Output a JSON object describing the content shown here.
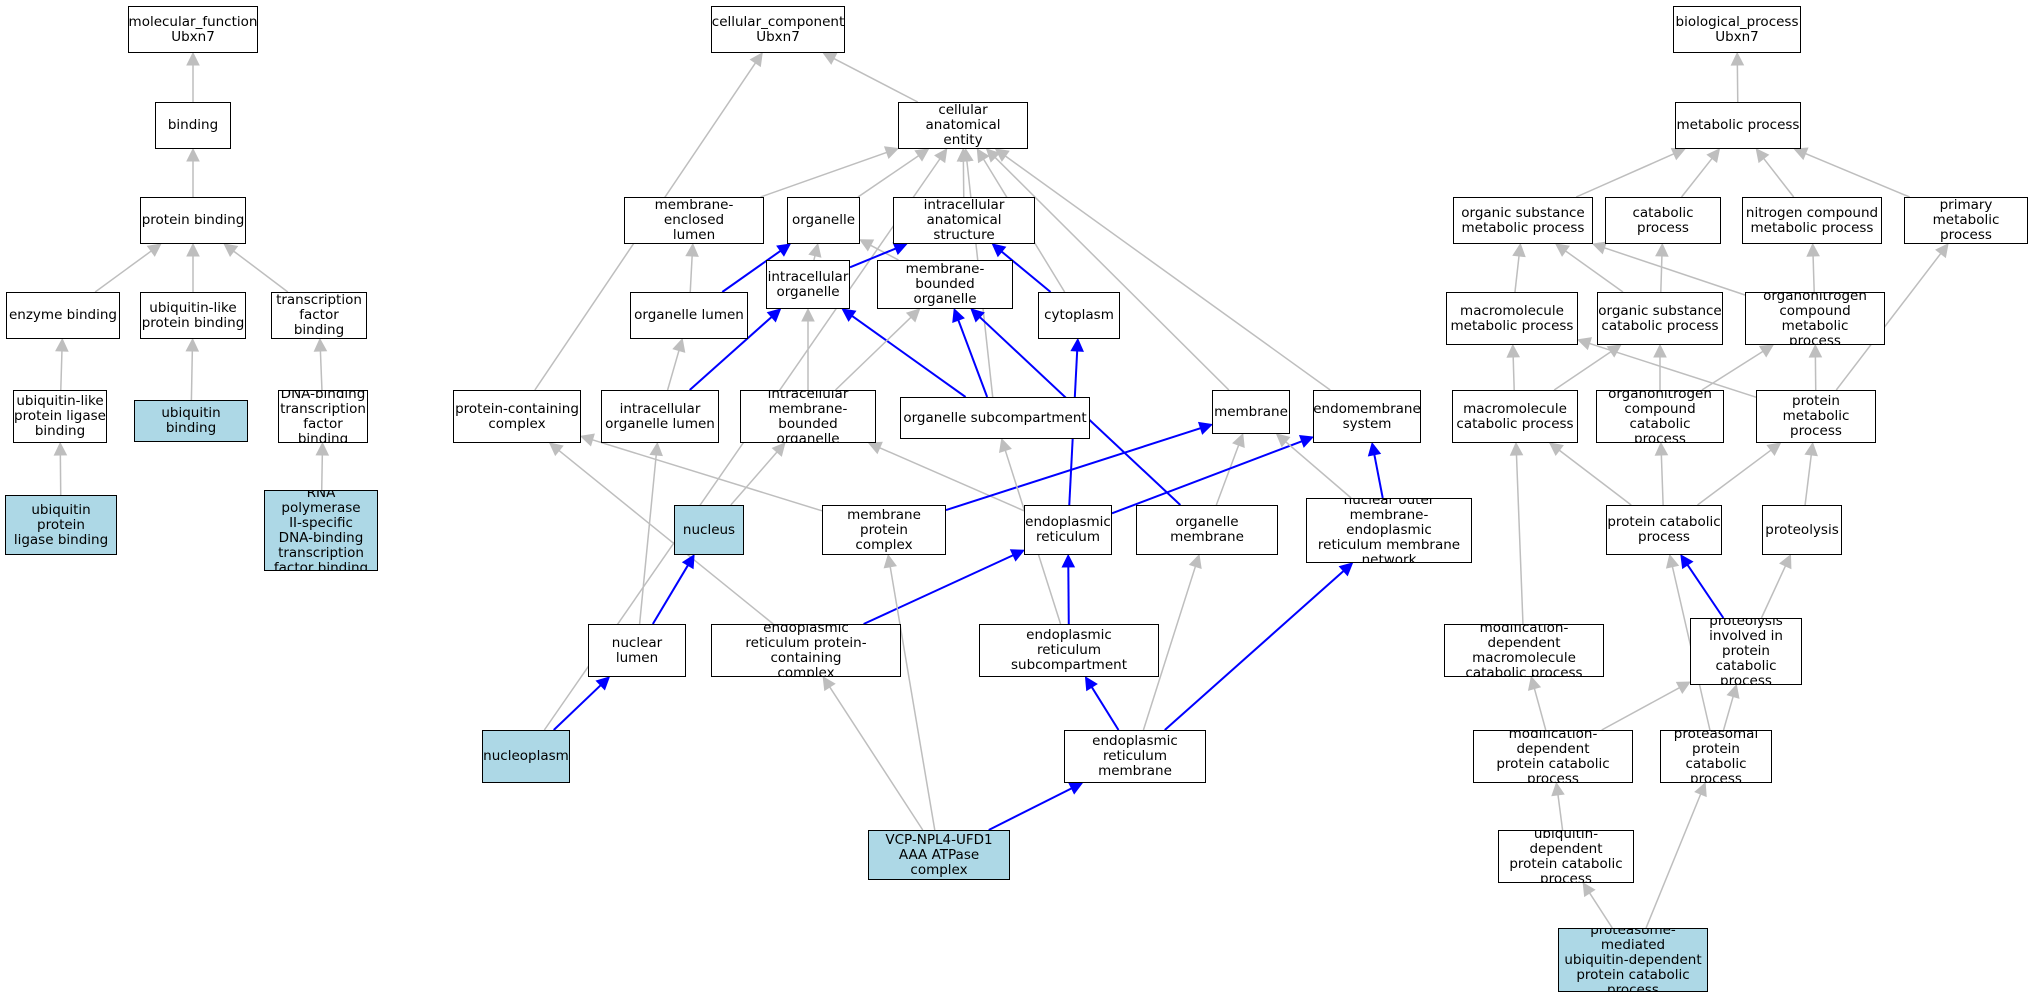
{
  "colors": {
    "highlight_fill": "#add8e6",
    "node_fill": "#ffffff",
    "blue_edge": "#0000ff",
    "grey_edge": "#bebebe"
  },
  "nodes": {
    "mf": {
      "label": "molecular_function\nUbxn7",
      "highlight": false
    },
    "binding": {
      "label": "binding",
      "highlight": false
    },
    "protein_binding": {
      "label": "protein binding",
      "highlight": false
    },
    "enzyme_binding": {
      "label": "enzyme binding",
      "highlight": false
    },
    "ubl_protein_binding": {
      "label": "ubiquitin-like\nprotein binding",
      "highlight": false
    },
    "tf_binding": {
      "label": "transcription\nfactor binding",
      "highlight": false
    },
    "ubl_ligase_binding": {
      "label": "ubiquitin-like\nprotein ligase\nbinding",
      "highlight": false
    },
    "ubiquitin_binding": {
      "label": "ubiquitin binding",
      "highlight": true
    },
    "dna_binding_tf_binding": {
      "label": "DNA-binding\ntranscription\nfactor binding",
      "highlight": false
    },
    "ub_ligase_binding": {
      "label": "ubiquitin protein\nligase binding",
      "highlight": true
    },
    "rnapii_tf_binding": {
      "label": "RNA polymerase\nII-specific\nDNA-binding\ntranscription\nfactor binding",
      "highlight": true
    },
    "cc": {
      "label": "cellular_component\nUbxn7",
      "highlight": false
    },
    "cae": {
      "label": "cellular anatomical\nentity",
      "highlight": false
    },
    "mem_enclosed_lumen": {
      "label": "membrane-enclosed\nlumen",
      "highlight": false
    },
    "organelle": {
      "label": "organelle",
      "highlight": false
    },
    "intracellular_as": {
      "label": "intracellular\nanatomical structure",
      "highlight": false
    },
    "organelle_lumen": {
      "label": "organelle lumen",
      "highlight": false
    },
    "intracellular_organelle": {
      "label": "intracellular\norganelle",
      "highlight": false
    },
    "mb_organelle": {
      "label": "membrane-bounded\norganelle",
      "highlight": false
    },
    "cytoplasm": {
      "label": "cytoplasm",
      "highlight": false
    },
    "protein_containing_complex": {
      "label": "protein-containing\ncomplex",
      "highlight": false
    },
    "intracellular_organelle_lumen": {
      "label": "intracellular\norganelle lumen",
      "highlight": false
    },
    "intracellular_mb_organelle": {
      "label": "intracellular\nmembrane-bounded\norganelle",
      "highlight": false
    },
    "organelle_subcompartment": {
      "label": "organelle subcompartment",
      "highlight": false
    },
    "membrane": {
      "label": "membrane",
      "highlight": false
    },
    "endomembrane_system": {
      "label": "endomembrane\nsystem",
      "highlight": false
    },
    "nucleus": {
      "label": "nucleus",
      "highlight": true
    },
    "membrane_protein_complex": {
      "label": "membrane protein\ncomplex",
      "highlight": false
    },
    "er": {
      "label": "endoplasmic\nreticulum",
      "highlight": false
    },
    "organelle_membrane": {
      "label": "organelle membrane",
      "highlight": false
    },
    "nuclear_outer_membrane_network": {
      "label": "nuclear outer\nmembrane-endoplasmic\nreticulum membrane\nnetwork",
      "highlight": false
    },
    "nuclear_lumen": {
      "label": "nuclear lumen",
      "highlight": false
    },
    "er_protein_complex": {
      "label": "endoplasmic\nreticulum protein-containing\ncomplex",
      "highlight": false
    },
    "er_subcompartment": {
      "label": "endoplasmic\nreticulum subcompartment",
      "highlight": false
    },
    "nucleoplasm": {
      "label": "nucleoplasm",
      "highlight": true
    },
    "er_membrane": {
      "label": "endoplasmic\nreticulum membrane",
      "highlight": false
    },
    "vcp_complex": {
      "label": "VCP-NPL4-UFD1\nAAA ATPase complex",
      "highlight": true
    },
    "bp": {
      "label": "biological_process\nUbxn7",
      "highlight": false
    },
    "metabolic_process": {
      "label": "metabolic process",
      "highlight": false
    },
    "organic_substance_mp": {
      "label": "organic substance\nmetabolic process",
      "highlight": false
    },
    "catabolic_process": {
      "label": "catabolic process",
      "highlight": false
    },
    "nitrogen_compound_mp": {
      "label": "nitrogen compound\nmetabolic process",
      "highlight": false
    },
    "primary_mp": {
      "label": "primary metabolic\nprocess",
      "highlight": false
    },
    "macromolecule_mp": {
      "label": "macromolecule\nmetabolic process",
      "highlight": false
    },
    "organic_substance_cp": {
      "label": "organic substance\ncatabolic process",
      "highlight": false
    },
    "organonitrogen_mp": {
      "label": "organonitrogen\ncompound metabolic\nprocess",
      "highlight": false
    },
    "macromolecule_cp": {
      "label": "macromolecule\ncatabolic process",
      "highlight": false
    },
    "organonitrogen_cp": {
      "label": "organonitrogen\ncompound catabolic\nprocess",
      "highlight": false
    },
    "protein_mp": {
      "label": "protein metabolic\nprocess",
      "highlight": false
    },
    "protein_cp": {
      "label": "protein catabolic\nprocess",
      "highlight": false
    },
    "proteolysis": {
      "label": "proteolysis",
      "highlight": false
    },
    "mod_dep_macromolecule_cp": {
      "label": "modification-dependent\nmacromolecule\ncatabolic process",
      "highlight": false
    },
    "proteolysis_in_pcp": {
      "label": "proteolysis\ninvolved in\nprotein catabolic\nprocess",
      "highlight": false
    },
    "mod_dep_protein_cp": {
      "label": "modification-dependent\nprotein catabolic\nprocess",
      "highlight": false
    },
    "proteasomal_pcp": {
      "label": "proteasomal\nprotein catabolic\nprocess",
      "highlight": false
    },
    "ub_dep_pcp": {
      "label": "ubiquitin-dependent\nprotein catabolic\nprocess",
      "highlight": false
    },
    "proteasome_ub_pcp": {
      "label": "proteasome-mediated\nubiquitin-dependent\nprotein catabolic\nprocess",
      "highlight": true
    }
  },
  "edges": [
    {
      "from": "binding",
      "to": "mf",
      "type": "grey"
    },
    {
      "from": "protein_binding",
      "to": "binding",
      "type": "grey"
    },
    {
      "from": "enzyme_binding",
      "to": "protein_binding",
      "type": "grey"
    },
    {
      "from": "ubl_protein_binding",
      "to": "protein_binding",
      "type": "grey"
    },
    {
      "from": "tf_binding",
      "to": "protein_binding",
      "type": "grey"
    },
    {
      "from": "ubl_ligase_binding",
      "to": "enzyme_binding",
      "type": "grey"
    },
    {
      "from": "ubiquitin_binding",
      "to": "ubl_protein_binding",
      "type": "grey"
    },
    {
      "from": "dna_binding_tf_binding",
      "to": "tf_binding",
      "type": "grey"
    },
    {
      "from": "ub_ligase_binding",
      "to": "ubl_ligase_binding",
      "type": "grey"
    },
    {
      "from": "rnapii_tf_binding",
      "to": "dna_binding_tf_binding",
      "type": "grey"
    },
    {
      "from": "cae",
      "to": "cc",
      "type": "grey"
    },
    {
      "from": "protein_containing_complex",
      "to": "cc",
      "type": "grey"
    },
    {
      "from": "mem_enclosed_lumen",
      "to": "cae",
      "type": "grey"
    },
    {
      "from": "organelle",
      "to": "cae",
      "type": "grey"
    },
    {
      "from": "intracellular_as",
      "to": "cae",
      "type": "grey"
    },
    {
      "from": "cytoplasm",
      "to": "cae",
      "type": "grey"
    },
    {
      "from": "organelle_subcompartment",
      "to": "cae",
      "type": "grey"
    },
    {
      "from": "membrane",
      "to": "cae",
      "type": "grey"
    },
    {
      "from": "endomembrane_system",
      "to": "cae",
      "type": "grey"
    },
    {
      "from": "nucleoplasm",
      "to": "cae",
      "type": "grey"
    },
    {
      "from": "organelle_lumen",
      "to": "mem_enclosed_lumen",
      "type": "grey"
    },
    {
      "from": "organelle_lumen",
      "to": "organelle",
      "type": "blue"
    },
    {
      "from": "intracellular_organelle",
      "to": "organelle",
      "type": "grey"
    },
    {
      "from": "mb_organelle",
      "to": "organelle",
      "type": "grey"
    },
    {
      "from": "intracellular_organelle",
      "to": "intracellular_as",
      "type": "blue"
    },
    {
      "from": "cytoplasm",
      "to": "intracellular_as",
      "type": "blue"
    },
    {
      "from": "intracellular_organelle_lumen",
      "to": "organelle_lumen",
      "type": "grey"
    },
    {
      "from": "intracellular_organelle_lumen",
      "to": "intracellular_organelle",
      "type": "blue"
    },
    {
      "from": "intracellular_mb_organelle",
      "to": "intracellular_organelle",
      "type": "grey"
    },
    {
      "from": "organelle_subcompartment",
      "to": "intracellular_organelle",
      "type": "blue"
    },
    {
      "from": "intracellular_mb_organelle",
      "to": "mb_organelle",
      "type": "grey"
    },
    {
      "from": "organelle_subcompartment",
      "to": "mb_organelle",
      "type": "blue"
    },
    {
      "from": "organelle_membrane",
      "to": "mb_organelle",
      "type": "blue"
    },
    {
      "from": "nucleus",
      "to": "intracellular_mb_organelle",
      "type": "grey"
    },
    {
      "from": "er",
      "to": "intracellular_mb_organelle",
      "type": "grey"
    },
    {
      "from": "er",
      "to": "cytoplasm",
      "type": "blue"
    },
    {
      "from": "membrane_protein_complex",
      "to": "protein_containing_complex",
      "type": "grey"
    },
    {
      "from": "er_protein_complex",
      "to": "protein_containing_complex",
      "type": "grey"
    },
    {
      "from": "membrane_protein_complex",
      "to": "membrane",
      "type": "blue"
    },
    {
      "from": "organelle_membrane",
      "to": "membrane",
      "type": "grey"
    },
    {
      "from": "er",
      "to": "endomembrane_system",
      "type": "blue"
    },
    {
      "from": "nuclear_outer_membrane_network",
      "to": "endomembrane_system",
      "type": "blue"
    },
    {
      "from": "nuclear_outer_membrane_network",
      "to": "membrane",
      "type": "grey"
    },
    {
      "from": "nuclear_lumen",
      "to": "nucleus",
      "type": "blue"
    },
    {
      "from": "nuclear_lumen",
      "to": "intracellular_organelle_lumen",
      "type": "grey"
    },
    {
      "from": "er_protein_complex",
      "to": "er",
      "type": "blue"
    },
    {
      "from": "er_subcompartment",
      "to": "er",
      "type": "blue"
    },
    {
      "from": "er_subcompartment",
      "to": "organelle_subcompartment",
      "type": "grey"
    },
    {
      "from": "nucleoplasm",
      "to": "nuclear_lumen",
      "type": "blue"
    },
    {
      "from": "er_membrane",
      "to": "er_subcompartment",
      "type": "blue"
    },
    {
      "from": "er_membrane",
      "to": "organelle_membrane",
      "type": "grey"
    },
    {
      "from": "er_membrane",
      "to": "nuclear_outer_membrane_network",
      "type": "blue"
    },
    {
      "from": "vcp_complex",
      "to": "er_protein_complex",
      "type": "grey"
    },
    {
      "from": "vcp_complex",
      "to": "membrane_protein_complex",
      "type": "grey"
    },
    {
      "from": "vcp_complex",
      "to": "er_membrane",
      "type": "blue"
    },
    {
      "from": "metabolic_process",
      "to": "bp",
      "type": "grey"
    },
    {
      "from": "organic_substance_mp",
      "to": "metabolic_process",
      "type": "grey"
    },
    {
      "from": "catabolic_process",
      "to": "metabolic_process",
      "type": "grey"
    },
    {
      "from": "nitrogen_compound_mp",
      "to": "metabolic_process",
      "type": "grey"
    },
    {
      "from": "primary_mp",
      "to": "metabolic_process",
      "type": "grey"
    },
    {
      "from": "macromolecule_mp",
      "to": "organic_substance_mp",
      "type": "grey"
    },
    {
      "from": "organic_substance_cp",
      "to": "organic_substance_mp",
      "type": "grey"
    },
    {
      "from": "organonitrogen_mp",
      "to": "organic_substance_mp",
      "type": "grey"
    },
    {
      "from": "organic_substance_cp",
      "to": "catabolic_process",
      "type": "grey"
    },
    {
      "from": "organonitrogen_mp",
      "to": "nitrogen_compound_mp",
      "type": "grey"
    },
    {
      "from": "macromolecule_cp",
      "to": "macromolecule_mp",
      "type": "grey"
    },
    {
      "from": "protein_mp",
      "to": "macromolecule_mp",
      "type": "grey"
    },
    {
      "from": "macromolecule_cp",
      "to": "organic_substance_cp",
      "type": "grey"
    },
    {
      "from": "organonitrogen_cp",
      "to": "organic_substance_cp",
      "type": "grey"
    },
    {
      "from": "organonitrogen_cp",
      "to": "organonitrogen_mp",
      "type": "grey"
    },
    {
      "from": "protein_mp",
      "to": "organonitrogen_mp",
      "type": "grey"
    },
    {
      "from": "protein_mp",
      "to": "primary_mp",
      "type": "grey"
    },
    {
      "from": "protein_cp",
      "to": "macromolecule_cp",
      "type": "grey"
    },
    {
      "from": "protein_cp",
      "to": "organonitrogen_cp",
      "type": "grey"
    },
    {
      "from": "protein_cp",
      "to": "protein_mp",
      "type": "grey"
    },
    {
      "from": "proteolysis",
      "to": "protein_mp",
      "type": "grey"
    },
    {
      "from": "mod_dep_macromolecule_cp",
      "to": "macromolecule_cp",
      "type": "grey"
    },
    {
      "from": "proteolysis_in_pcp",
      "to": "protein_cp",
      "type": "blue"
    },
    {
      "from": "proteolysis_in_pcp",
      "to": "proteolysis",
      "type": "grey"
    },
    {
      "from": "mod_dep_protein_cp",
      "to": "mod_dep_macromolecule_cp",
      "type": "grey"
    },
    {
      "from": "mod_dep_protein_cp",
      "to": "proteolysis_in_pcp",
      "type": "grey"
    },
    {
      "from": "proteasomal_pcp",
      "to": "proteolysis_in_pcp",
      "type": "grey"
    },
    {
      "from": "proteasomal_pcp",
      "to": "protein_cp",
      "type": "grey"
    },
    {
      "from": "ub_dep_pcp",
      "to": "mod_dep_protein_cp",
      "type": "grey"
    },
    {
      "from": "proteasome_ub_pcp",
      "to": "ub_dep_pcp",
      "type": "grey"
    },
    {
      "from": "proteasome_ub_pcp",
      "to": "proteasomal_pcp",
      "type": "grey"
    }
  ]
}
